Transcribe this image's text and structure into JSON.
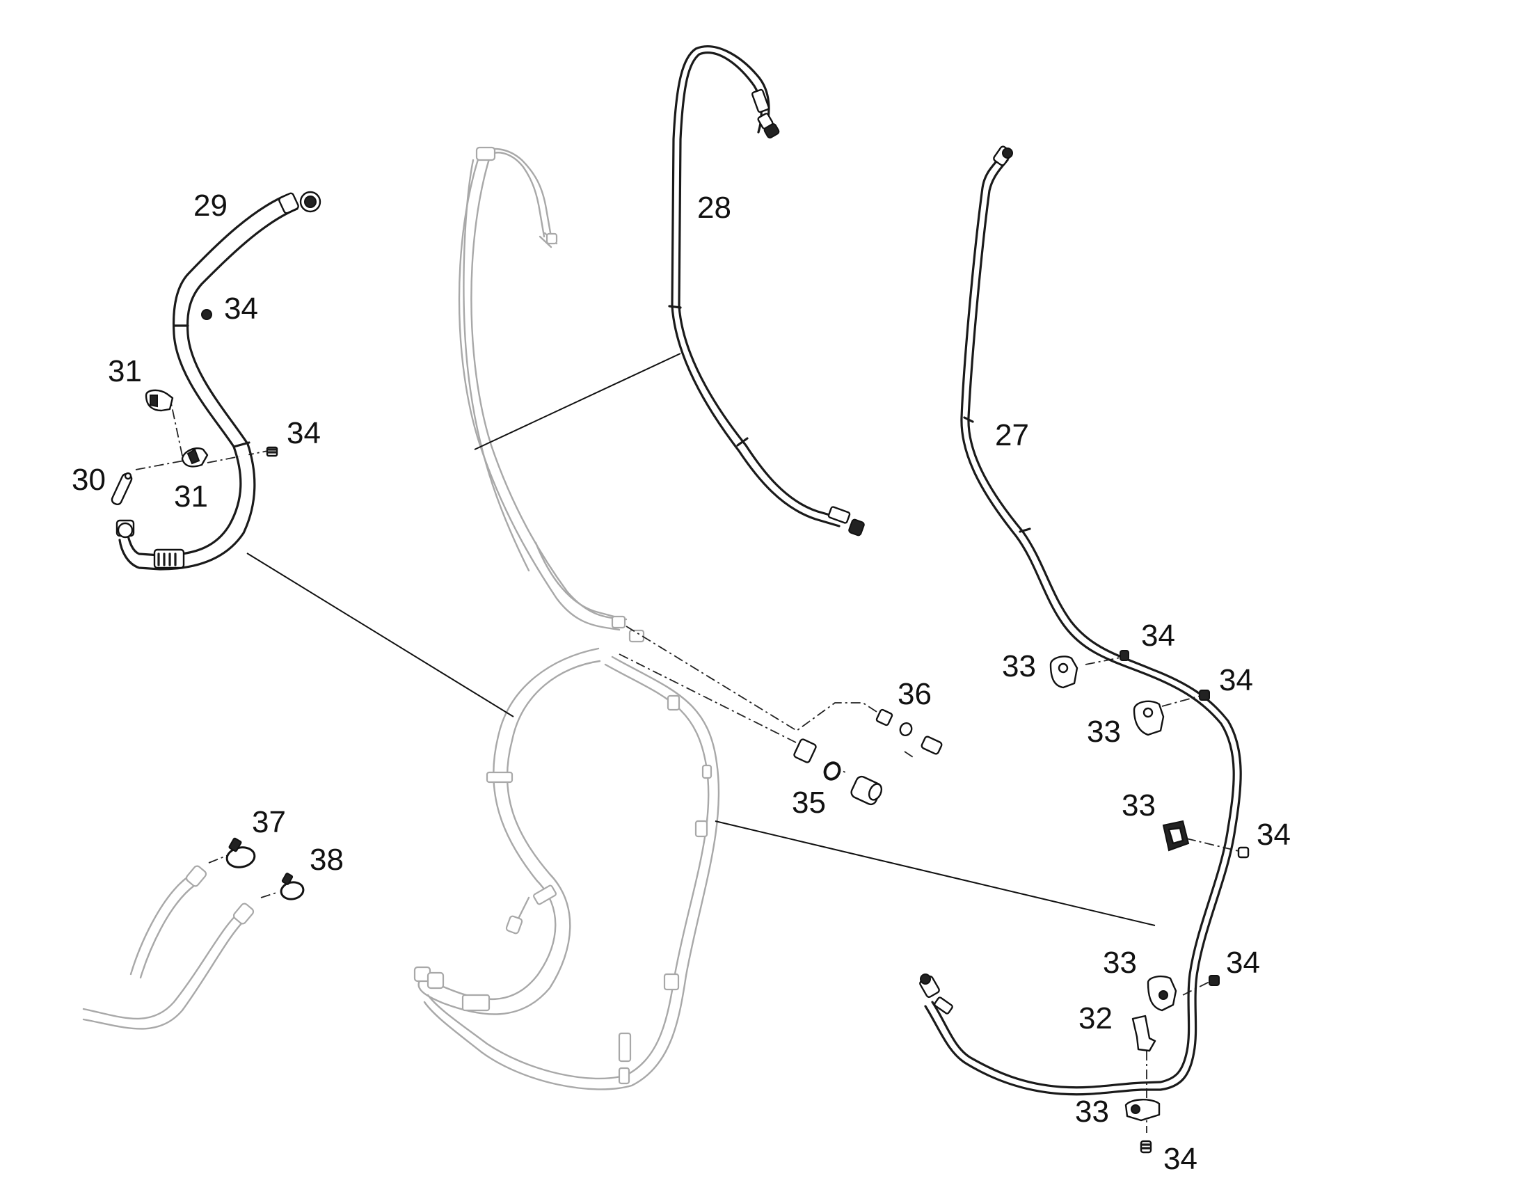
{
  "diagram": {
    "type": "exploded parts diagram",
    "callouts": [
      {
        "id": "c27",
        "text": "27"
      },
      {
        "id": "c28",
        "text": "28"
      },
      {
        "id": "c29",
        "text": "29"
      },
      {
        "id": "c30",
        "text": "30"
      },
      {
        "id": "c31a",
        "text": "31"
      },
      {
        "id": "c31b",
        "text": "31"
      },
      {
        "id": "c32",
        "text": "32"
      },
      {
        "id": "c33a",
        "text": "33"
      },
      {
        "id": "c33b",
        "text": "33"
      },
      {
        "id": "c33c",
        "text": "33"
      },
      {
        "id": "c33d",
        "text": "33"
      },
      {
        "id": "c33e",
        "text": "33"
      },
      {
        "id": "c34a",
        "text": "34"
      },
      {
        "id": "c34b",
        "text": "34"
      },
      {
        "id": "c34c",
        "text": "34"
      },
      {
        "id": "c34d",
        "text": "34"
      },
      {
        "id": "c34e",
        "text": "34"
      },
      {
        "id": "c34f",
        "text": "34"
      },
      {
        "id": "c34g",
        "text": "34"
      },
      {
        "id": "c35",
        "text": "35"
      },
      {
        "id": "c36",
        "text": "36"
      },
      {
        "id": "c37",
        "text": "37"
      },
      {
        "id": "c38",
        "text": "38"
      }
    ]
  }
}
